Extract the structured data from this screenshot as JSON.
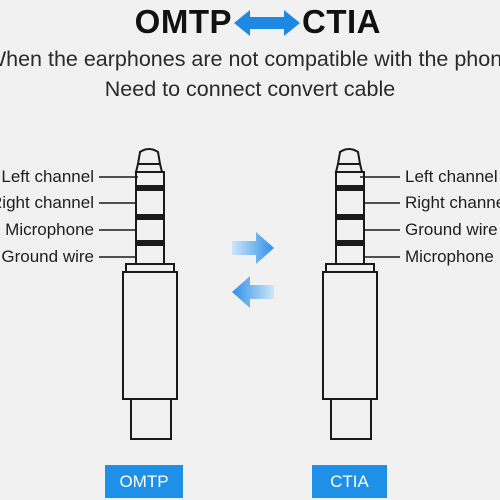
{
  "title": {
    "left": "OMTP",
    "right": "CTIA",
    "arrow_icon": "double-arrow-icon",
    "arrow_color": "#1e88e5"
  },
  "subtitle": {
    "line1": "When the earphones are not compatible with the phone",
    "line2": "Need to connect convert cable"
  },
  "left_plug": {
    "labels": [
      "Left channel",
      "Right channel",
      "Microphone",
      "Ground wire"
    ],
    "badge": "OMTP"
  },
  "right_plug": {
    "labels": [
      "Left channel",
      "Right channel",
      "Ground wire",
      "Microphone"
    ],
    "badge": "CTIA"
  },
  "colors": {
    "accent": "#1e90e8",
    "arrow_light": "#a9d3f5",
    "arrow_dark": "#2f8fe6",
    "plug_stroke": "#1a1a1a",
    "background": "#f1f1f1"
  }
}
